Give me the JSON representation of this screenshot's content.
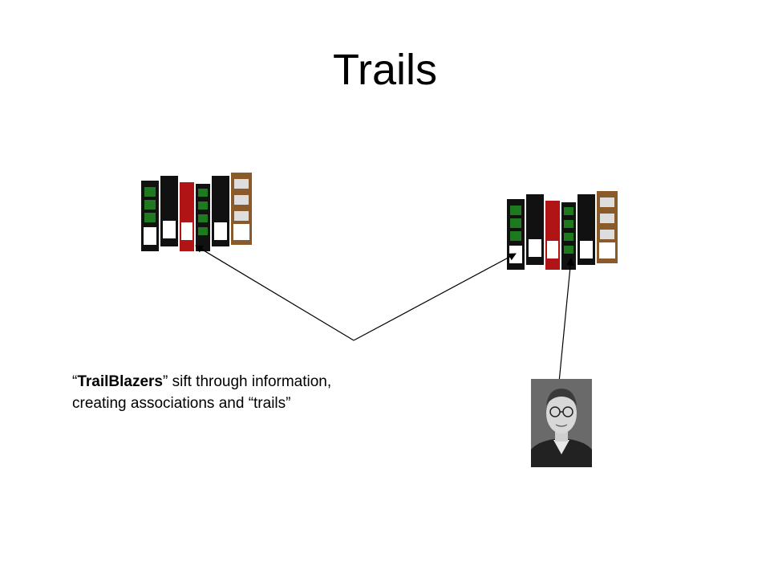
{
  "slide": {
    "title": "Trails",
    "caption": {
      "open_quote": "“",
      "term": "TrailBlazers",
      "close_quote_rest": "” sift through information,",
      "line2": "creating associations and “trails”"
    }
  },
  "colors": {
    "book_black": "#111111",
    "book_green": "#1f7a1f",
    "book_red": "#b01414",
    "book_brown": "#8a5a2b",
    "label_white": "#ffffff",
    "line": "#000000"
  },
  "icons": [
    "books-icon",
    "portrait-photo",
    "arrow"
  ]
}
